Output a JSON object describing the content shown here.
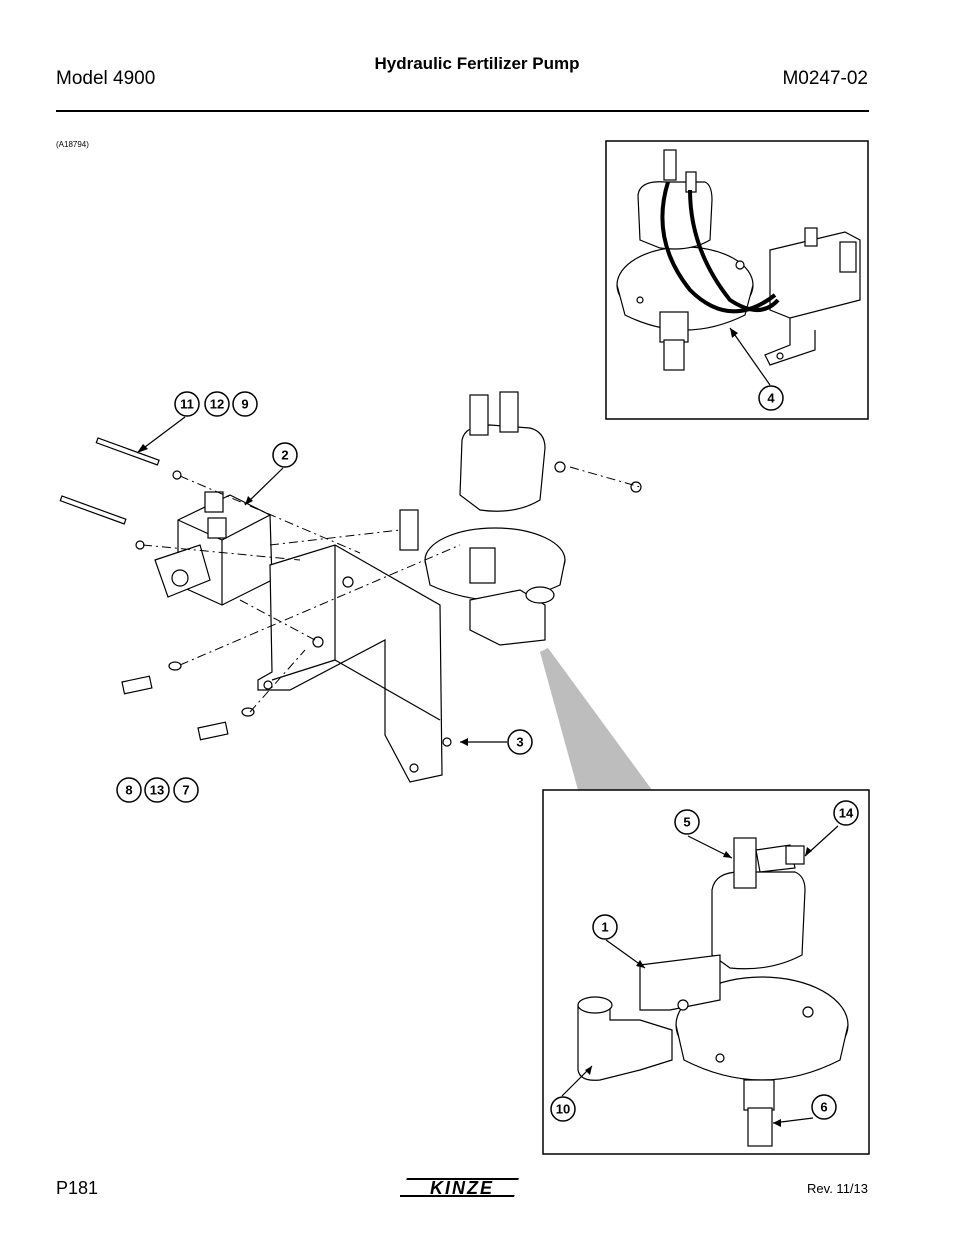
{
  "header": {
    "model": "Model 4900",
    "title": "Hydraulic Fertilizer Pump",
    "doc_number": "M0247-02"
  },
  "figure": {
    "reference": "(A18794)",
    "callouts": {
      "c1": "1",
      "c2": "2",
      "c3": "3",
      "c4": "4",
      "c5": "5",
      "c6": "6",
      "c7": "7",
      "c8": "8",
      "c9": "9",
      "c10": "10",
      "c11": "11",
      "c12": "12",
      "c13": "13",
      "c14": "14"
    }
  },
  "footer": {
    "page": "P181",
    "brand": "KINZE",
    "revision": "Rev. 11/13"
  }
}
